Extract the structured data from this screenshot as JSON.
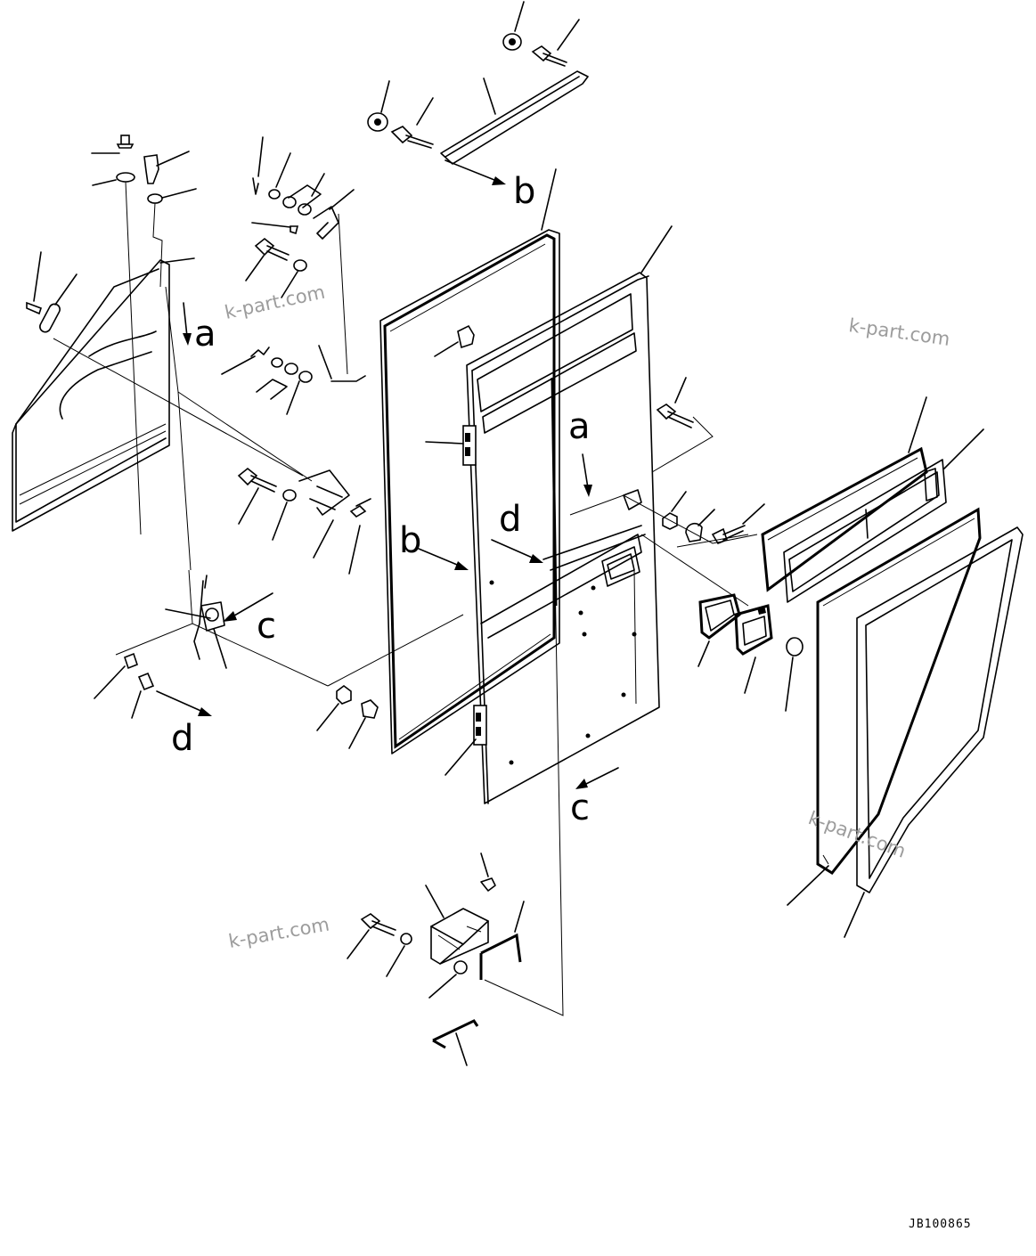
{
  "diagram": {
    "drawing_code": "JB100865",
    "watermark": "k-part.com",
    "reference_letters": {
      "a": "a",
      "b": "b",
      "c": "c",
      "d": "d"
    },
    "style": "black line-art exploded parts view"
  }
}
